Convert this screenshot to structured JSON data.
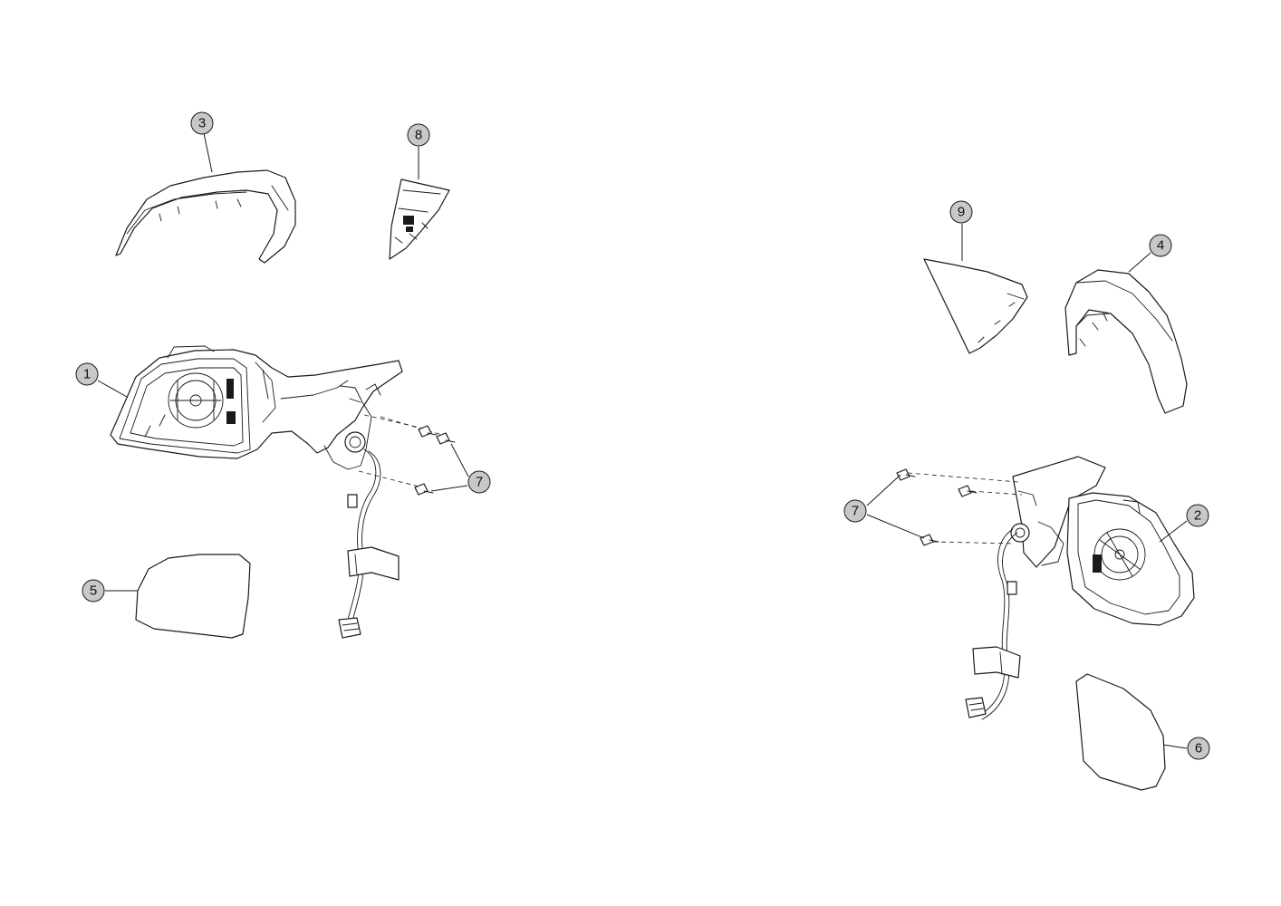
{
  "callouts": [
    {
      "id": "c1",
      "label": "1"
    },
    {
      "id": "c2",
      "label": "2"
    },
    {
      "id": "c3",
      "label": "3"
    },
    {
      "id": "c4",
      "label": "4"
    },
    {
      "id": "c5",
      "label": "5"
    },
    {
      "id": "c6",
      "label": "6"
    },
    {
      "id": "c7L",
      "label": "7"
    },
    {
      "id": "c7R",
      "label": "7"
    },
    {
      "id": "c8",
      "label": "8"
    },
    {
      "id": "c9",
      "label": "9"
    }
  ],
  "colors": {
    "line": "#1a1a1a",
    "callout_fill": "#c8c8c8",
    "background": "#ffffff"
  }
}
